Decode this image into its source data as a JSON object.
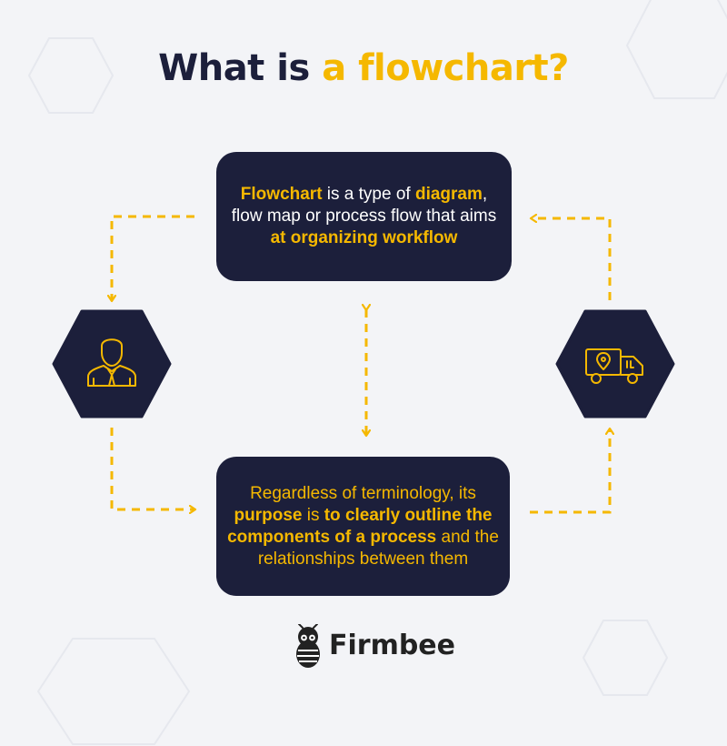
{
  "title": {
    "part1": "What is ",
    "part2": "a flowchart?"
  },
  "top_box": {
    "t1": "Flowchart",
    "t2": " is a type of ",
    "t3": "diagram",
    "t4": ", flow map or process flow that aims ",
    "t5": "at organizing workflow"
  },
  "bottom_box": {
    "t1": "Regardless of terminology, its ",
    "t2": "purpose",
    "t3": " is ",
    "t4": "to clearly outline the components of a process",
    "t5": " and the relationships between them"
  },
  "left_node": {
    "icon": "businessman-icon"
  },
  "right_node": {
    "icon": "delivery-truck-icon"
  },
  "brand": {
    "name": "Firmbee"
  },
  "colors": {
    "navy": "#1c1f3b",
    "yellow": "#f5b800",
    "background": "#f3f4f7"
  }
}
